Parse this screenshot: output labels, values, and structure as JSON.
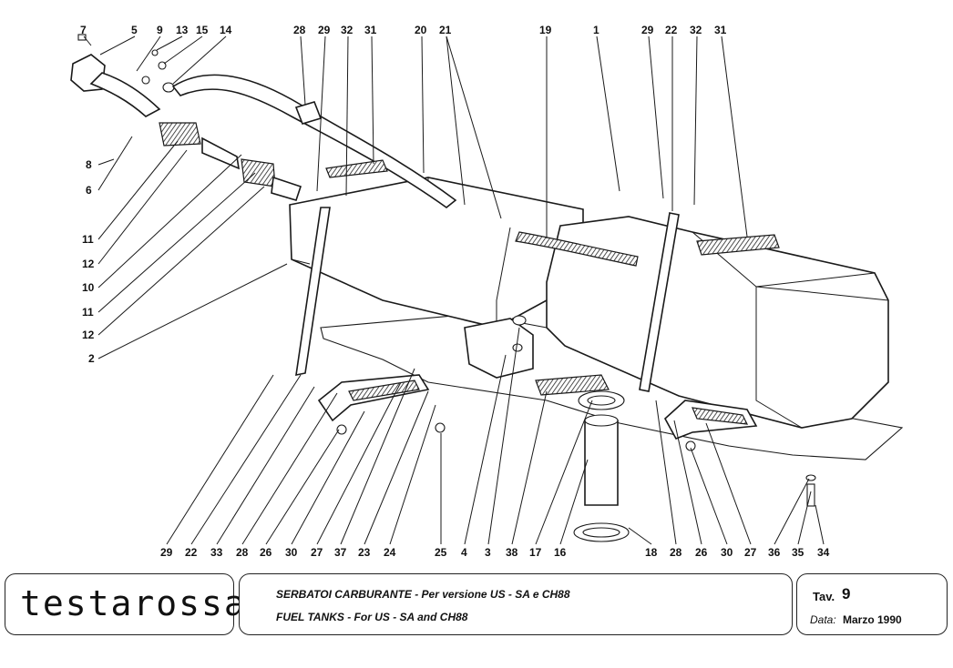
{
  "callouts_top": [
    "7",
    "5",
    "9",
    "13",
    "15",
    "14",
    "28",
    "29",
    "32",
    "31",
    "20",
    "21",
    "19",
    "1",
    "29",
    "22",
    "32",
    "31"
  ],
  "callouts_left": [
    "8",
    "6",
    "11",
    "12",
    "10",
    "11",
    "12",
    "2"
  ],
  "callouts_bottom": [
    "29",
    "22",
    "33",
    "28",
    "26",
    "30",
    "27",
    "37",
    "23",
    "24",
    "25",
    "4",
    "3",
    "38",
    "17",
    "16",
    "18",
    "28",
    "26",
    "30",
    "27",
    "36",
    "35",
    "34"
  ],
  "title_block": {
    "logo": "testarossa",
    "desc_it": "SERBATOI CARBURANTE - Per versione US - SA e CH88",
    "desc_en": "FUEL TANKS - For US - SA and CH88",
    "tav_label": "Tav.",
    "tav_number": "9",
    "date_label": "Data:",
    "date_value": "Marzo 1990"
  }
}
